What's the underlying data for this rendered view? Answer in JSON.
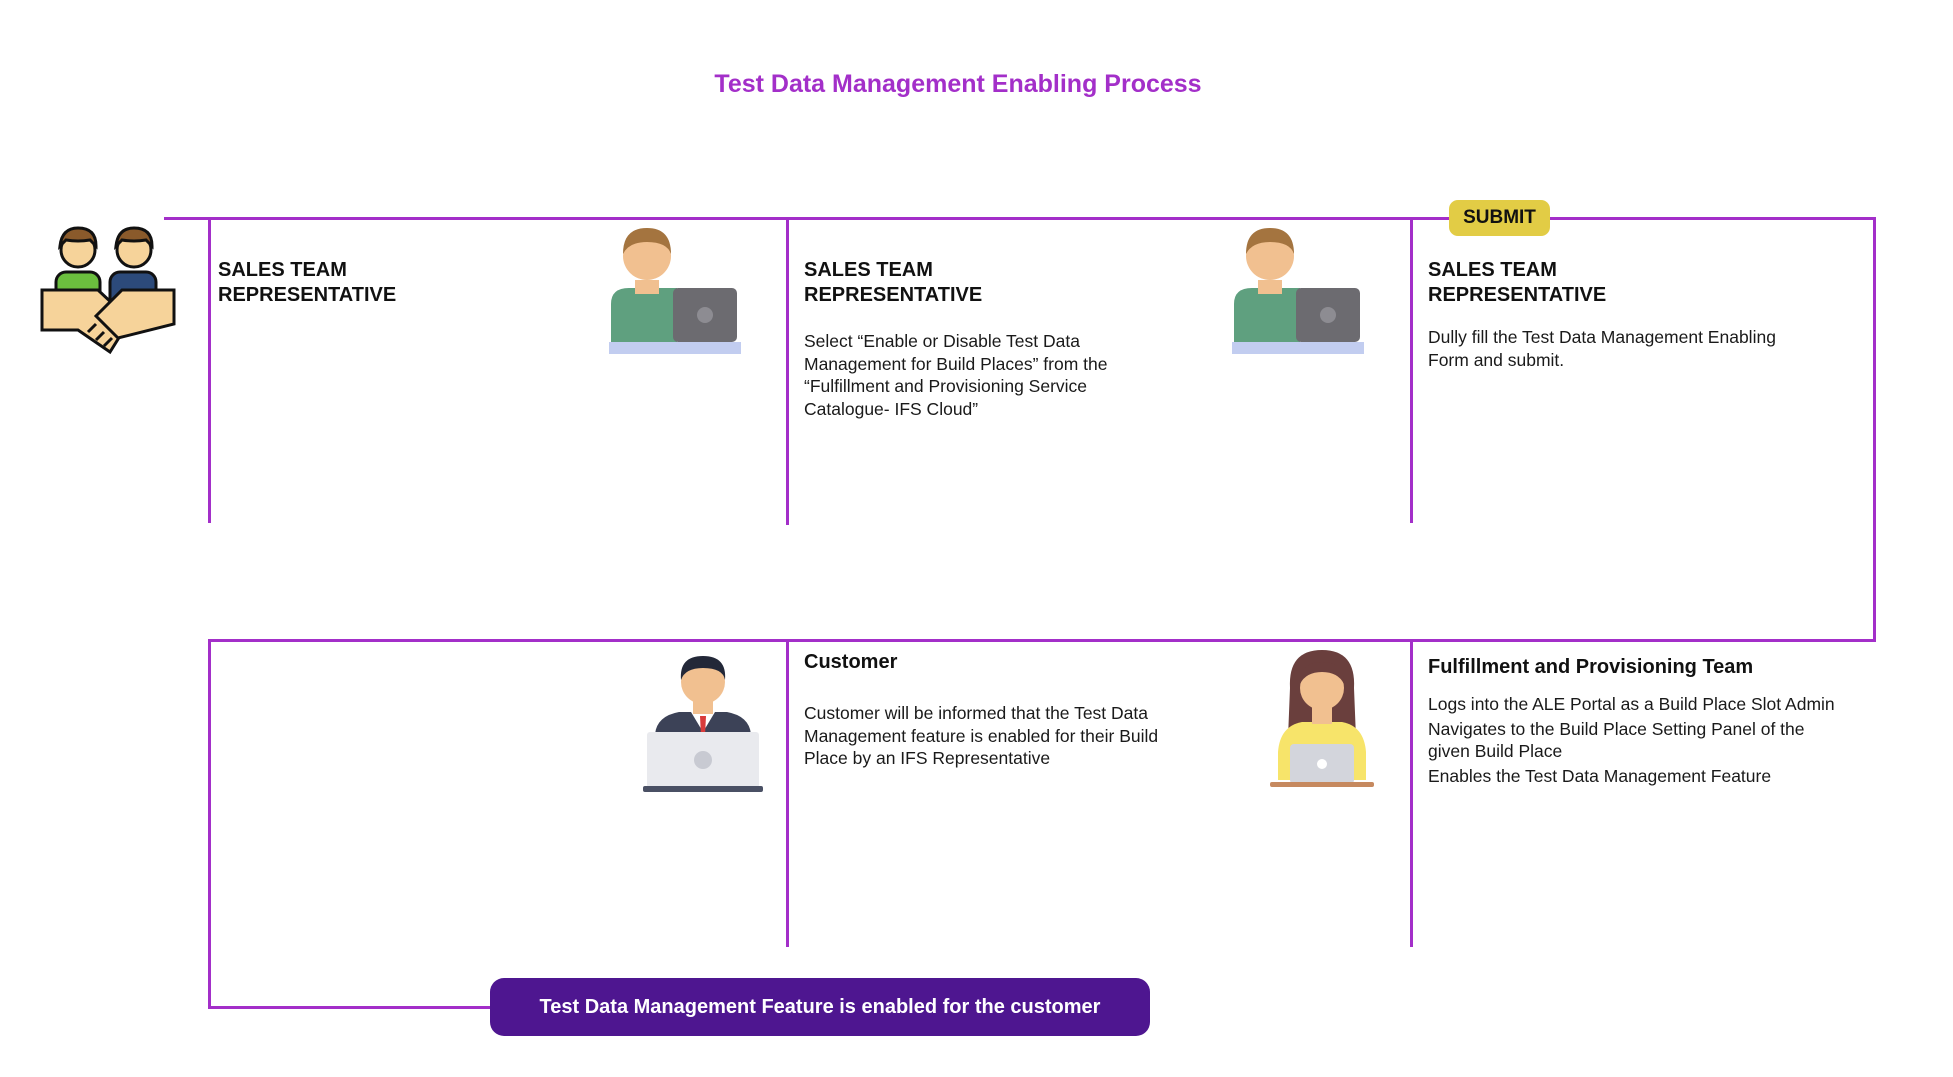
{
  "title": "Test Data Management Enabling Process",
  "colors": {
    "accent": "#a32fc9",
    "submit_badge": "#e2cc45",
    "banner": "#4e1690"
  },
  "submit_label": "SUBMIT",
  "banner_text": "Test Data Management Feature is enabled for the customer",
  "top_row": [
    {
      "heading_line1": "SALES TEAM",
      "heading_line2": "REPRESENTATIVE",
      "body": ""
    },
    {
      "heading_line1": "SALES TEAM",
      "heading_line2": "REPRESENTATIVE",
      "body_lines": [
        "Select “Enable or Disable Test Data",
        "Management for Build Places” from the",
        "“Fulfillment and Provisioning Service",
        "Catalogue- IFS Cloud”"
      ]
    },
    {
      "heading_line1": "SALES TEAM",
      "heading_line2": "REPRESENTATIVE",
      "body_lines": [
        "Dully fill the Test Data Management Enabling",
        "Form and submit."
      ]
    }
  ],
  "bottom_row": [
    {
      "heading": "Customer",
      "body_lines": [
        "Customer will be informed that the Test Data",
        "Management feature is enabled for their Build",
        "Place by an IFS Representative"
      ]
    },
    {
      "heading": "Fulfillment and Provisioning Team",
      "body_lines": [
        "Logs into the ALE Portal as a Build Place Slot Admin",
        "Navigates to the Build Place Setting Panel of the",
        "given Build Place",
        "Enables the Test Data Management Feature"
      ]
    }
  ],
  "icons": [
    "handshake-team-icon",
    "man-laptop-icon",
    "man-laptop-icon",
    "businessman-laptop-icon",
    "woman-laptop-icon"
  ]
}
